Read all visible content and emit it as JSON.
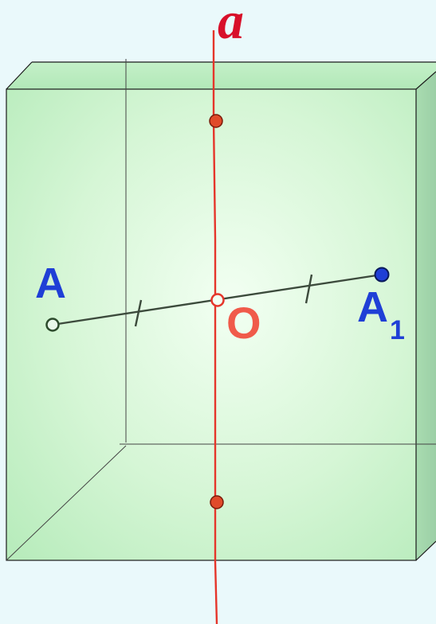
{
  "labels": {
    "axis": "a",
    "point_a": "A",
    "point_a1_base": "A",
    "point_a1_sub": "1",
    "center": "O"
  },
  "colors": {
    "background": "#eaf9fb",
    "axis_line": "#e5352a",
    "axis_label": "#d8102a",
    "point_a_label": "#1f3fd6",
    "point_a1_fill": "#1f3fd6",
    "center_label": "#f05a4a",
    "segment": "#3c4a3c",
    "box_edge": "#1a1a1a",
    "hidden_edge": "#444444",
    "axis_dot": "#e04a2a"
  }
}
